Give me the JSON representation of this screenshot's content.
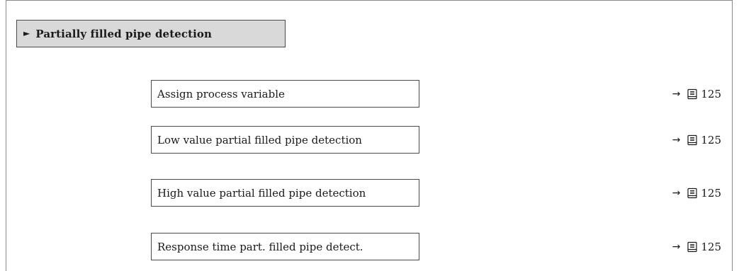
{
  "section": {
    "triangle": "►",
    "title": "Partially filled pipe detection"
  },
  "parameters": [
    {
      "label": "Assign process variable",
      "arrow": "→",
      "page": "125"
    },
    {
      "label": "Low value partial filled pipe detection",
      "arrow": "→",
      "page": "125"
    },
    {
      "label": "High value partial filled pipe detection",
      "arrow": "→",
      "page": "125"
    },
    {
      "label": "Response time part. filled pipe detect.",
      "arrow": "→",
      "page": "125"
    }
  ],
  "icons": {
    "expand": "triangle-right-icon",
    "reference": "arrow-right-icon",
    "page": "book-icon"
  }
}
